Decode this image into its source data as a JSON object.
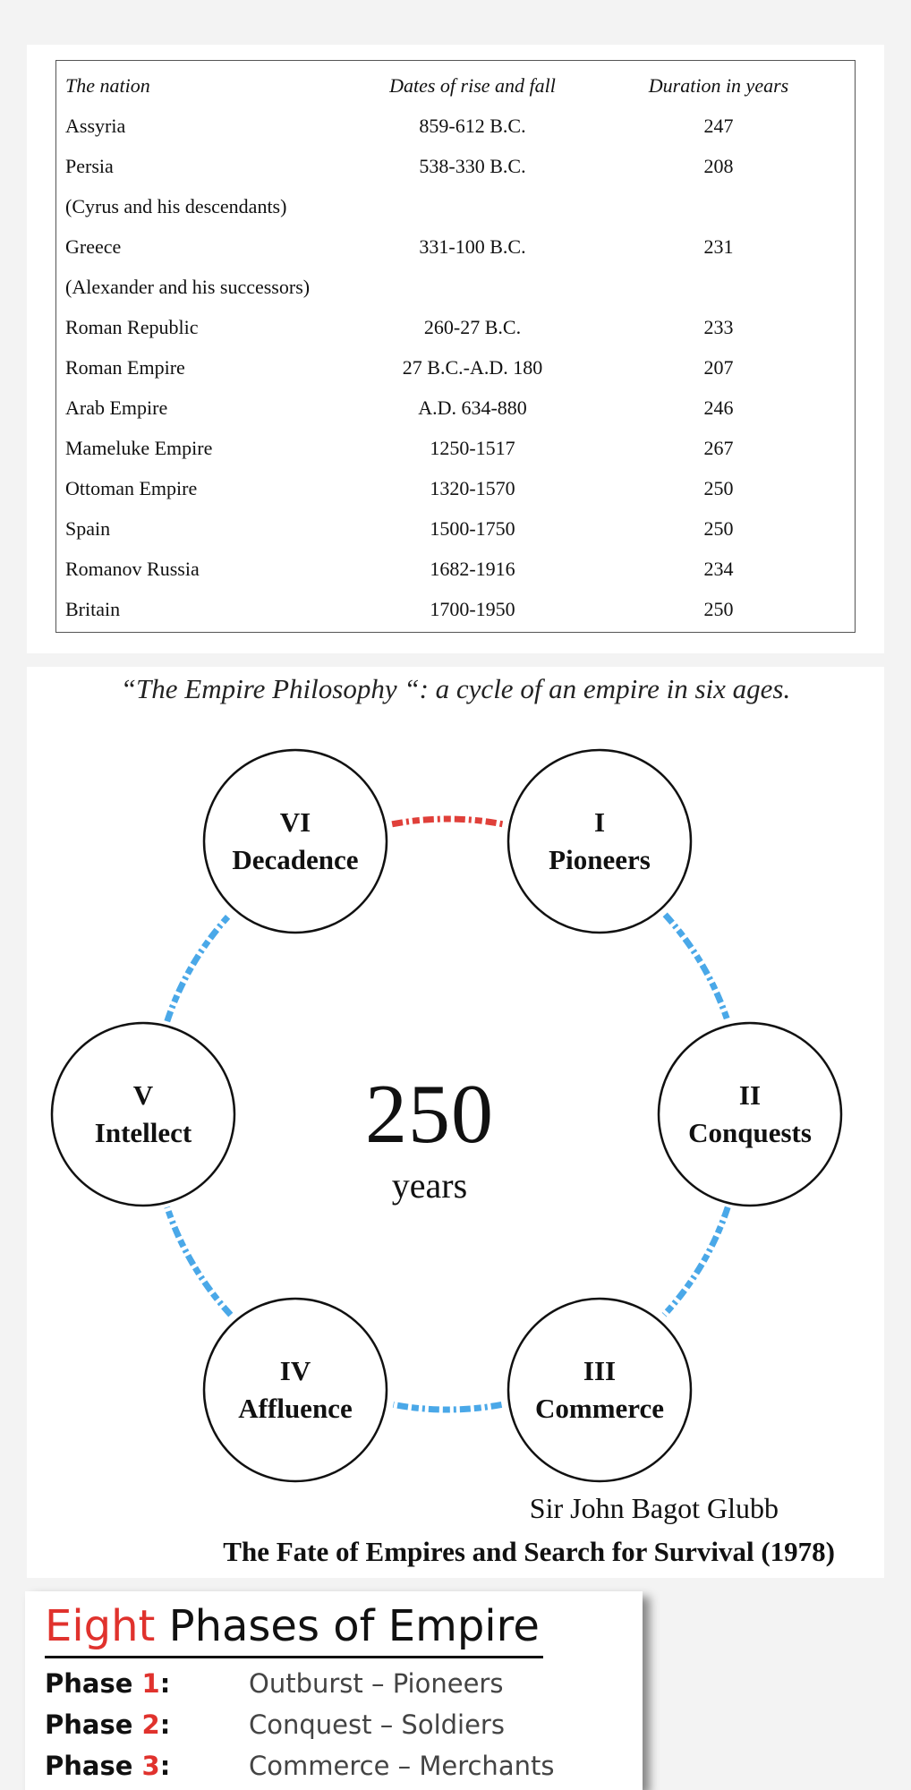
{
  "table": {
    "headers": {
      "nation": "The nation",
      "dates": "Dates of rise and fall",
      "duration": "Duration in years"
    },
    "rows": [
      {
        "nation": "Assyria",
        "dates": "859-612 B.C.",
        "duration": "247"
      },
      {
        "nation": "Persia",
        "dates": "538-330 B.C.",
        "duration": "208"
      },
      {
        "nation": "(Cyrus and his descendants)",
        "dates": "",
        "duration": ""
      },
      {
        "nation": "Greece",
        "dates": "331-100 B.C.",
        "duration": "231"
      },
      {
        "nation": "(Alexander and his successors)",
        "dates": "",
        "duration": ""
      },
      {
        "nation": "Roman Republic",
        "dates": "260-27 B.C.",
        "duration": "233"
      },
      {
        "nation": "Roman Empire",
        "dates": "27 B.C.-A.D. 180",
        "duration": "207"
      },
      {
        "nation": "Arab Empire",
        "dates": "A.D. 634-880",
        "duration": "246"
      },
      {
        "nation": "Mameluke Empire",
        "dates": "1250-1517",
        "duration": "267"
      },
      {
        "nation": "Ottoman Empire",
        "dates": "1320-1570",
        "duration": "250"
      },
      {
        "nation": "Spain",
        "dates": "1500-1750",
        "duration": "250"
      },
      {
        "nation": "Romanov Russia",
        "dates": "1682-1916",
        "duration": "234"
      },
      {
        "nation": "Britain",
        "dates": "1700-1950",
        "duration": "250"
      }
    ]
  },
  "cycle": {
    "title": "“The Empire Philosophy “: a cycle of an empire in six ages.",
    "center_number": "250",
    "center_unit": "years",
    "phases": [
      {
        "numeral": "I",
        "name": "Pioneers"
      },
      {
        "numeral": "II",
        "name": "Conquests"
      },
      {
        "numeral": "III",
        "name": "Commerce"
      },
      {
        "numeral": "IV",
        "name": "Affluence"
      },
      {
        "numeral": "V",
        "name": "Intellect"
      },
      {
        "numeral": "VI",
        "name": "Decadence"
      }
    ],
    "connector_color": "#4aa8e8",
    "highlight_connector_color": "#e0403a",
    "author": "Sir John Bagot Glubb",
    "book": "The Fate of Empires and Search for Survival (1978)"
  },
  "phases_panel": {
    "title_accent": "Eight",
    "title_rest": " Phases of Empire",
    "accent_color": "#e0322d",
    "rows": [
      {
        "label": "Phase ",
        "num": "1",
        "suffix": ":",
        "desc": "Outburst – Pioneers"
      },
      {
        "label": "Phase ",
        "num": "2",
        "suffix": ":",
        "desc": "Conquest – Soldiers"
      },
      {
        "label": "Phase ",
        "num": "3",
        "suffix": ":",
        "desc": "Commerce – Merchants"
      }
    ]
  }
}
